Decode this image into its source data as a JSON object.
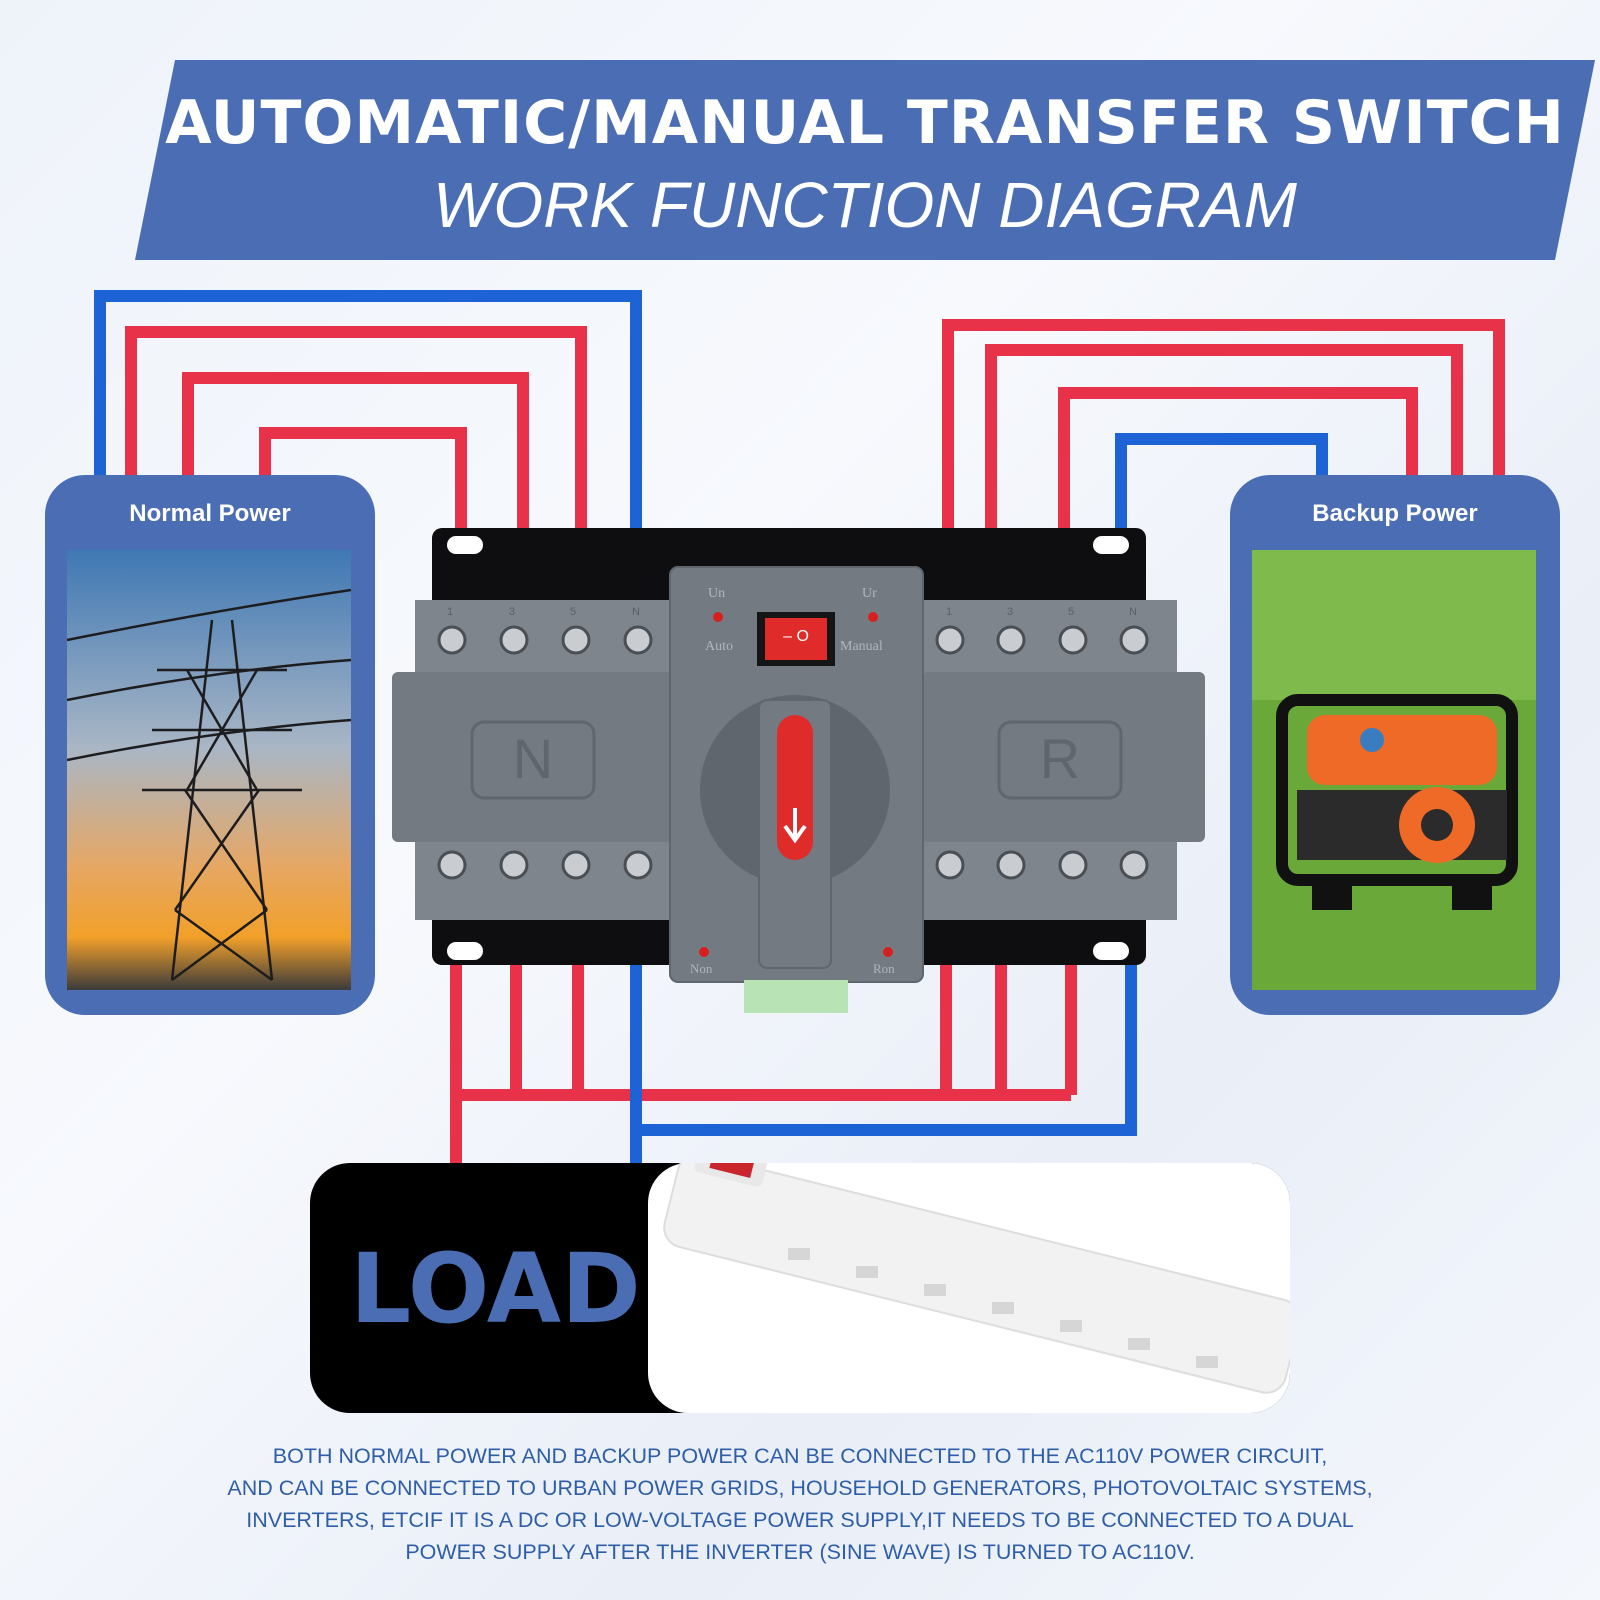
{
  "header": {
    "title": "AUTOMATIC/MANUAL TRANSFER SWITCH",
    "subtitle": "WORK FUNCTION DIAGRAM"
  },
  "normal_power": {
    "label": "Normal Power"
  },
  "backup_power": {
    "label": "Backup Power"
  },
  "switch": {
    "left_letter": "N",
    "right_letter": "R",
    "indicator_un": "Un",
    "indicator_ur": "Ur",
    "mode_auto": "Auto",
    "mode_manual": "Manual",
    "indicator_non": "Non",
    "indicator_ron": "Ron",
    "rocker_symbols": "– O",
    "terminal_numbers": [
      "1",
      "3",
      "5",
      "N"
    ]
  },
  "load": {
    "label": "LOAD"
  },
  "footer": {
    "lines": [
      "BOTH NORMAL POWER AND BACKUP POWER CAN BE CONNECTED TO THE AC110V POWER CIRCUIT,",
      "AND CAN BE CONNECTED TO URBAN POWER GRIDS, HOUSEHOLD GENERATORS, PHOTOVOLTAIC SYSTEMS,",
      "INVERTERS, ETCIF IT IS A DC OR LOW-VOLTAGE POWER SUPPLY,IT NEEDS TO BE CONNECTED TO A DUAL",
      "POWER SUPPLY AFTER THE INVERTER (SINE WAVE) IS TURNED TO AC110V."
    ]
  },
  "colors": {
    "brand_blue": "#4a6db3",
    "wire_red": "#e8324a",
    "wire_blue": "#1e63d6",
    "footer_text": "#2f5ea8"
  }
}
